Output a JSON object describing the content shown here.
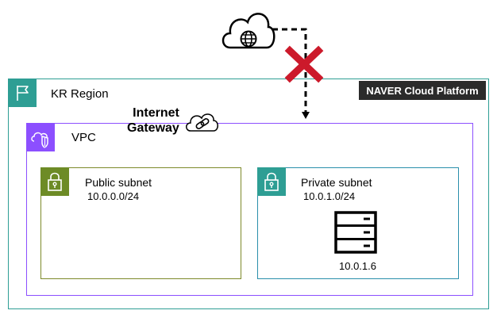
{
  "region": {
    "label": "KR Region",
    "icon": "flag-icon",
    "color": "#2e9e94"
  },
  "platform": {
    "label": "NAVER Cloud Platform"
  },
  "vpc": {
    "label": "VPC",
    "icon": "cloud-shield-icon",
    "color": "#8c4fff"
  },
  "internet_gateway": {
    "line1": "Internet",
    "line2": "Gateway",
    "icon": "cloud-link-icon"
  },
  "internet": {
    "icon": "internet-cloud-icon"
  },
  "blocked_marker": {
    "icon": "red-cross-icon",
    "color": "#cc1a2b"
  },
  "public_subnet": {
    "label": "Public subnet",
    "cidr": "10.0.0.0/24",
    "icon": "lock-icon",
    "color": "#6d8b26"
  },
  "private_subnet": {
    "label": "Private subnet",
    "cidr": "10.0.1.0/24",
    "icon": "lock-icon",
    "color": "#2e9e94"
  },
  "server": {
    "ip": "10.0.1.6",
    "icon": "server-icon"
  }
}
